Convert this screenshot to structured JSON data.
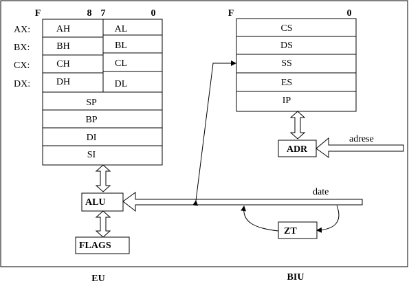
{
  "eu": {
    "label": "EU",
    "bit_labels": {
      "high_left": "F",
      "high_right": "8",
      "low_left": "7",
      "low_right": "0"
    },
    "register_names": [
      "AX:",
      "BX:",
      "CX:",
      "DX:"
    ],
    "high_regs": [
      "AH",
      "BH",
      "CH",
      "DH"
    ],
    "low_regs": [
      "AL",
      "BL",
      "CL",
      "DL"
    ],
    "wide_regs": [
      "SP",
      "BP",
      "DI",
      "SI"
    ],
    "alu": "ALU",
    "flags": "FLAGS"
  },
  "biu": {
    "label": "BIU",
    "bit_labels": {
      "left": "F",
      "right": "0"
    },
    "segment_regs": [
      "CS",
      "DS",
      "SS",
      "ES",
      "IP"
    ],
    "adr": "ADR",
    "adr_bus": "adrese",
    "data_bus": "date",
    "zt": "ZT"
  }
}
